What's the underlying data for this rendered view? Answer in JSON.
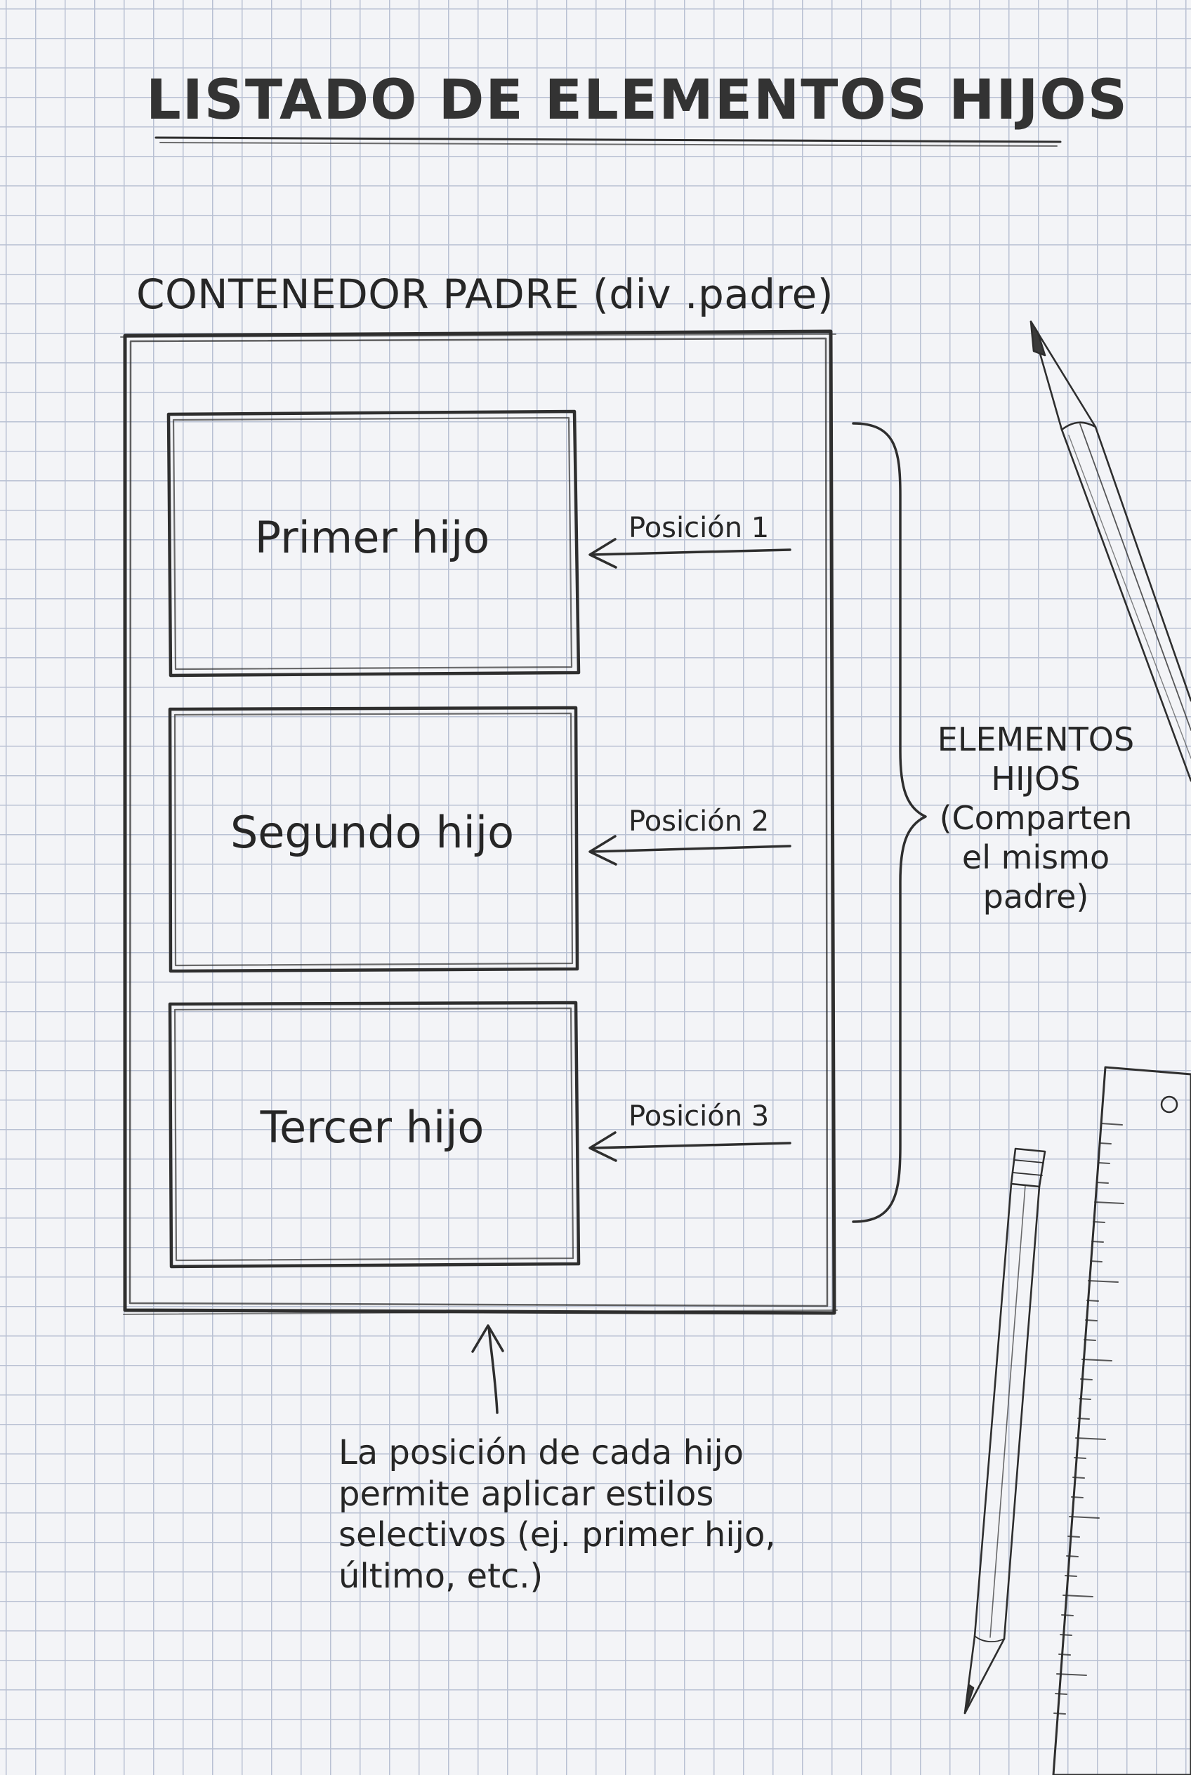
{
  "title": "LISTADO DE ELEMENTOS HIJOS",
  "parent_label": "CONTENEDOR PADRE (div .padre)",
  "children": [
    {
      "label": "Primer hijo",
      "position": "Posición 1"
    },
    {
      "label": "Segundo hijo",
      "position": "Posición 2"
    },
    {
      "label": "Tercer hijo",
      "position": "Posición 3"
    }
  ],
  "brace_label": [
    "ELEMENTOS",
    "HIJOS",
    "(Comparten",
    "el mismo",
    "padre)"
  ],
  "note": [
    "La posición de cada hijo",
    "permite aplicar estilos",
    "selectivos (ej. primer hijo,",
    "último, etc.)"
  ],
  "colors": {
    "paper": "#f3f4f7",
    "grid": "#b9c1d3",
    "ink": "#2b2b2b"
  },
  "icons": [
    "pencil-icon",
    "ruler-icon"
  ]
}
